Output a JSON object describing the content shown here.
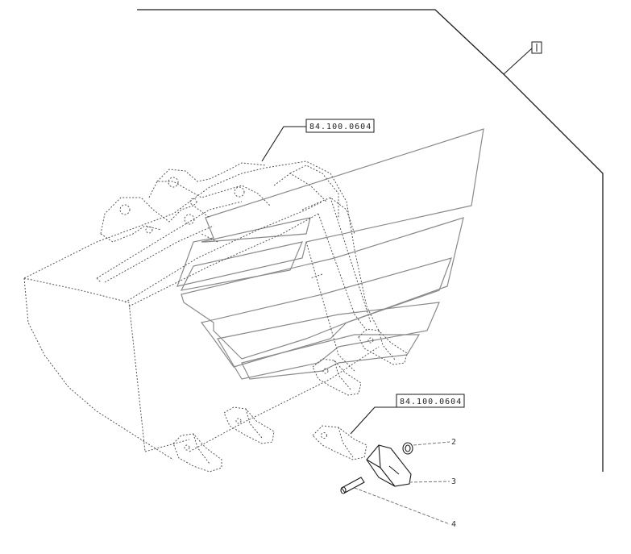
{
  "diagram": {
    "ref_box_top": "",
    "callout_ref_upper": "84.100.0604",
    "callout_ref_lower": "84.100.0604",
    "item_numbers": [
      "2",
      "3",
      "4"
    ],
    "colors": {
      "line": "#1a1a1a",
      "dotted": "#555555",
      "logo": "#8a8a8a",
      "background": "#ffffff"
    }
  }
}
